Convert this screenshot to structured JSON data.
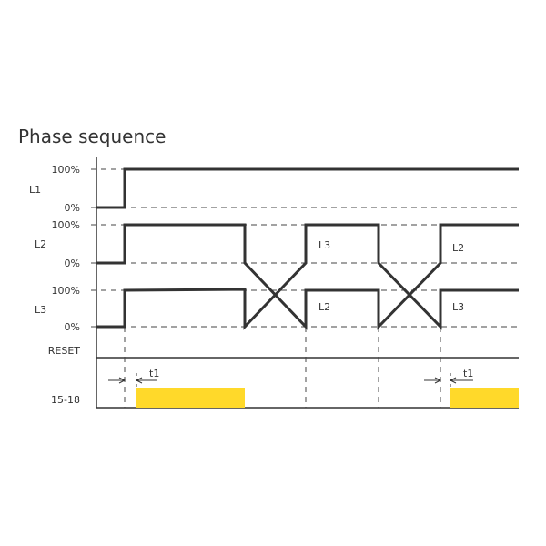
{
  "title": "Phase sequence",
  "rows": {
    "L1": {
      "label": "L1",
      "high": "100%",
      "low": "0%"
    },
    "L2": {
      "label": "L2",
      "high": "100%",
      "low": "0%"
    },
    "L3": {
      "label": "L3",
      "high": "100%",
      "low": "0%"
    },
    "reset": {
      "label": "RESET"
    },
    "output": {
      "label": "15-18"
    }
  },
  "annotations": {
    "t1": "t1",
    "swap1_upper": "L3",
    "swap1_lower": "L2",
    "swap2_upper": "L2",
    "swap2_lower": "L3"
  },
  "colors": {
    "output_active": "#FFD92A",
    "line": "#333333"
  }
}
